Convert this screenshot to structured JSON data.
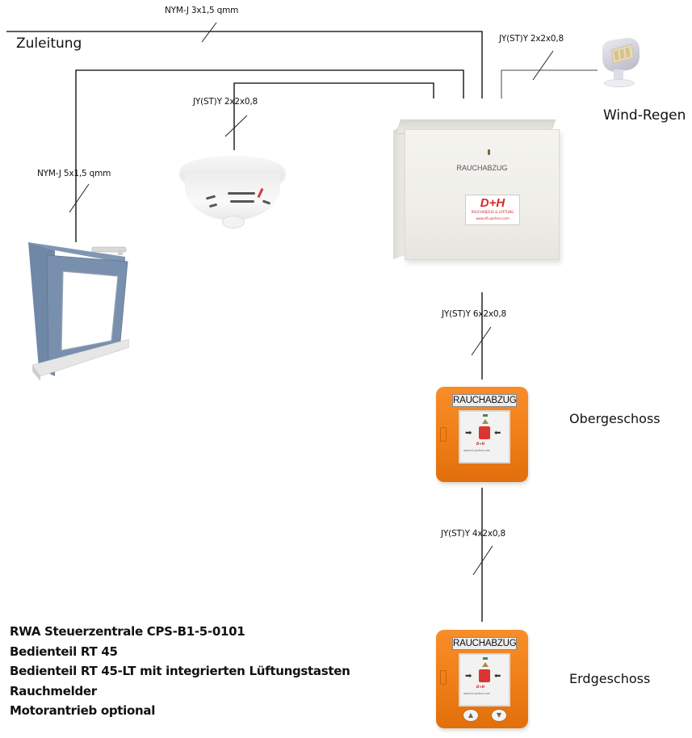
{
  "diagram": {
    "title_feed": "Zuleitung",
    "components": {
      "control_unit": {
        "label": "RAUCHABZUG",
        "brand": "D+H",
        "brand_sub": "RAUCHABZUG & LÜFTUNG",
        "brand_url": "www.dh-partner.com"
      },
      "smoke_detector": {
        "name": "Rauchmelder"
      },
      "window": {
        "name": "Fenster mit Motorantrieb"
      },
      "wind_rain_sensor": {
        "label": "Wind-Regen"
      },
      "rt45_upper": {
        "tag": "RAUCHABZUG",
        "floor_label": "Obergeschoss",
        "brand": "D+H",
        "info": "www.dh-partner.com"
      },
      "rt45_lower": {
        "tag": "RAUCHABZUG",
        "floor_label": "Erdgeschoss",
        "brand": "D+H",
        "info": "www.dh-partner.com"
      }
    },
    "cables": {
      "feed": "NYM-J 3x1,5 qmm",
      "window_motor": "NYM-J 5x1,5 qmm",
      "smoke_detector": "JY(ST)Y  2x2x0,8",
      "wind_rain": "JY(ST)Y  2x2x0,8",
      "to_upper_rt45": "JY(ST)Y  6x2x0,8",
      "to_lower_rt45": "JY(ST)Y  4x2x0,8"
    },
    "legend": [
      "RWA Steuerzentrale CPS-B1-5-0101",
      "Bedienteil RT 45",
      "Bedienteil RT 45-LT mit integrierten Lüftungstasten",
      "Rauchmelder",
      "Motorantrieb optional"
    ],
    "colors": {
      "wire": "#000000",
      "wire_gray": "#6e6e6e",
      "rt45_orange": "#f08a1e",
      "window_frame": "#7189a6",
      "dh_red": "#d42a2a"
    }
  }
}
